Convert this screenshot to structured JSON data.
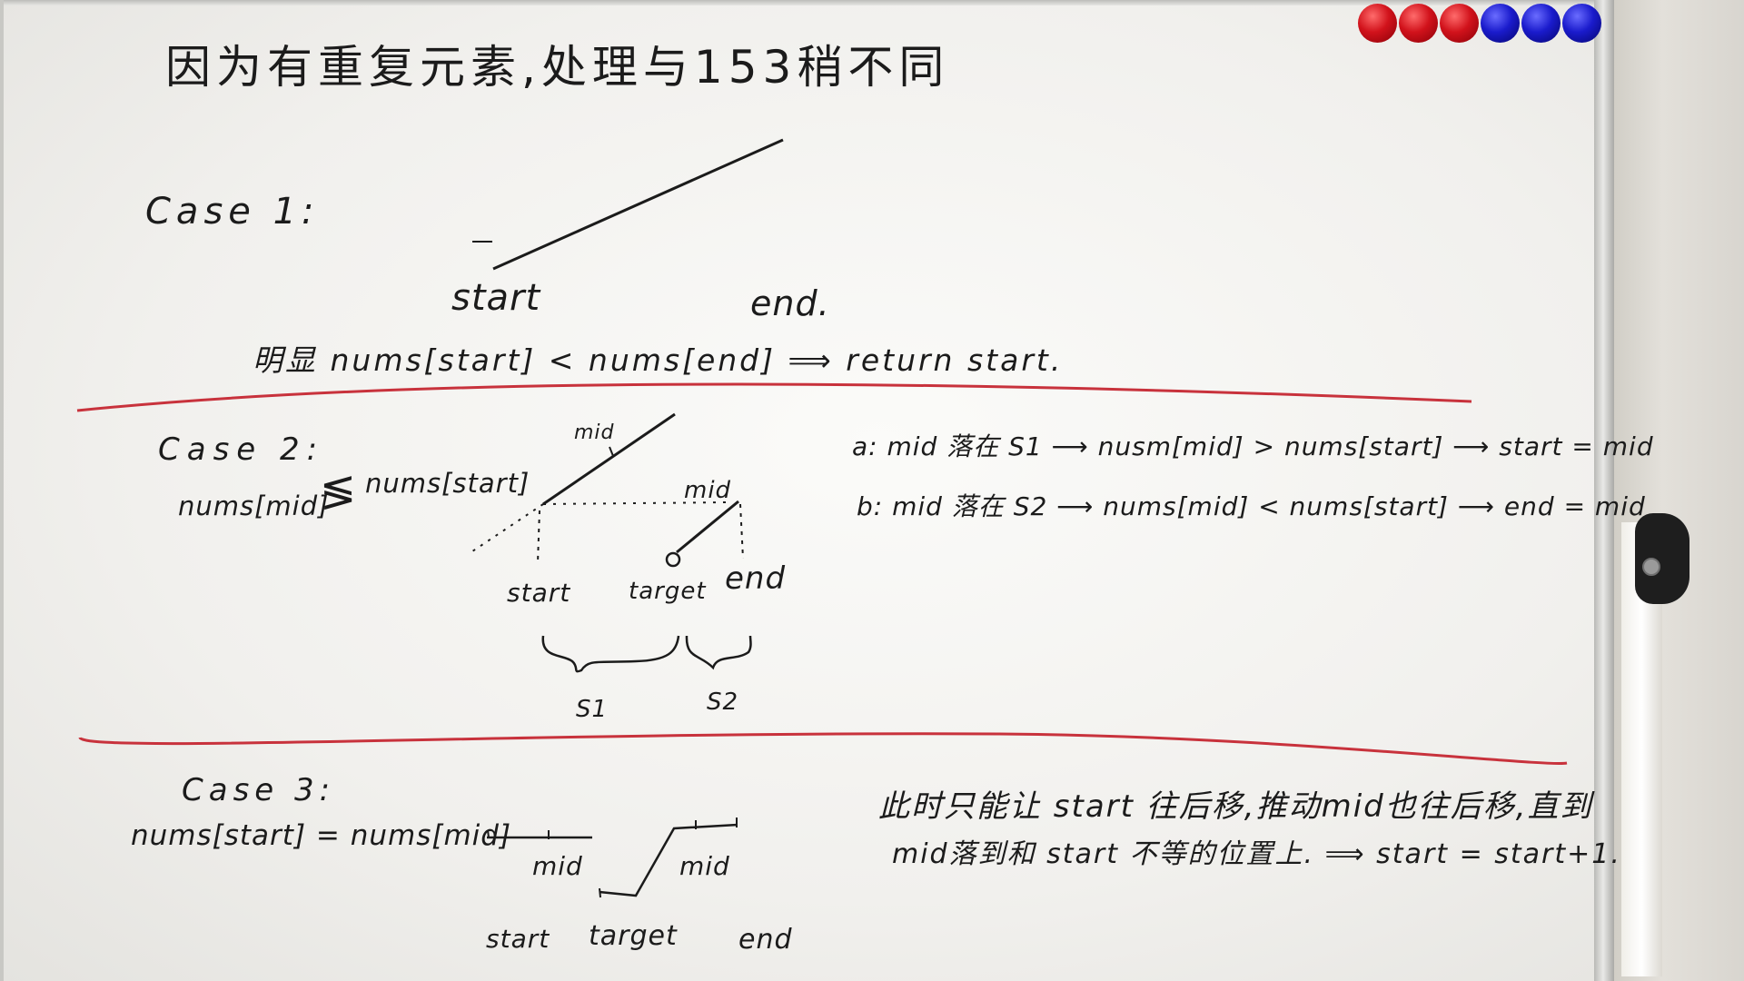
{
  "title": "因为有重复元素,处理与153稍不同",
  "case1": {
    "label": "Case 1:",
    "start": "start",
    "end": "end.",
    "conclusion": "明显 nums[start] < nums[end] ⟹ return start."
  },
  "case2": {
    "label": "Case 2:",
    "compare_left": "nums[mid]",
    "compare_symbol": "≶",
    "compare_right": "nums[start]",
    "mid_upper": "mid",
    "mid_lower": "mid",
    "start": "start",
    "target": "target",
    "end": "end",
    "s1": "S1",
    "s2": "S2",
    "rule_a": "a:  mid 落在 S1 ⟶ nusm[mid] > nums[start] ⟶ start = mid",
    "rule_b": "b:  mid 落在 S2 ⟶ nums[mid] < nums[start] ⟶ end = mid"
  },
  "case3": {
    "label": "Case 3:",
    "condition": "nums[start] = nums[mid]",
    "mid_left": "mid",
    "mid_right": "mid",
    "start": "start",
    "target": "target",
    "end": "end",
    "explanation_line1": "此时只能让 start 往后移,推动mid也往后移,直到",
    "explanation_line2": "mid落到和 start 不等的位置上. ⟹ start = start+1."
  },
  "colors": {
    "ink": "#1b1b1b",
    "red_marker": "#c8323c",
    "magnet_red": "#d1121b",
    "magnet_blue": "#1a1bcc"
  }
}
